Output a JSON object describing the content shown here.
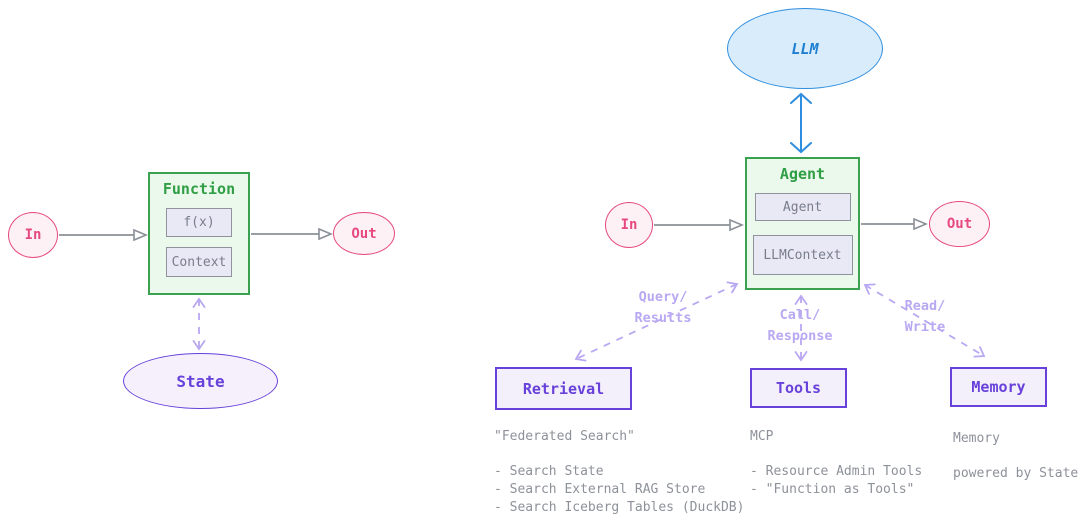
{
  "colors": {
    "pink": "#e64980",
    "green": "#2f9e44",
    "purple": "#6741d9",
    "blue": "#2f8fdf",
    "edge_light_purple": "#b9a8f2",
    "edge_gray": "#8a9097",
    "note_gray": "#8d9199"
  },
  "left_diagram": {
    "in_label": "In",
    "out_label": "Out",
    "function_box": {
      "title": "Function",
      "items": [
        "f(x)",
        "Context"
      ]
    },
    "state_label": "State"
  },
  "right_diagram": {
    "llm_label": "LLM",
    "in_label": "In",
    "out_label": "Out",
    "agent_box": {
      "title": "Agent",
      "items": [
        "Agent",
        "LLMContext"
      ]
    },
    "edges": {
      "retrieval": "Query/\nResults",
      "tools": "Call/\nResponse",
      "memory": "Read/\nWrite"
    },
    "subsystems": {
      "retrieval": {
        "label": "Retrieval",
        "note_title": "\"Federated Search\"",
        "note_items": [
          "- Search State",
          "- Search External RAG Store",
          "- Search Iceberg Tables (DuckDB)"
        ]
      },
      "tools": {
        "label": "Tools",
        "note_title": "MCP",
        "note_items": [
          "- Resource Admin Tools",
          "- \"Function as Tools\""
        ]
      },
      "memory": {
        "label": "Memory",
        "note_title": "Memory",
        "note_items": [
          "powered by State"
        ]
      }
    }
  }
}
